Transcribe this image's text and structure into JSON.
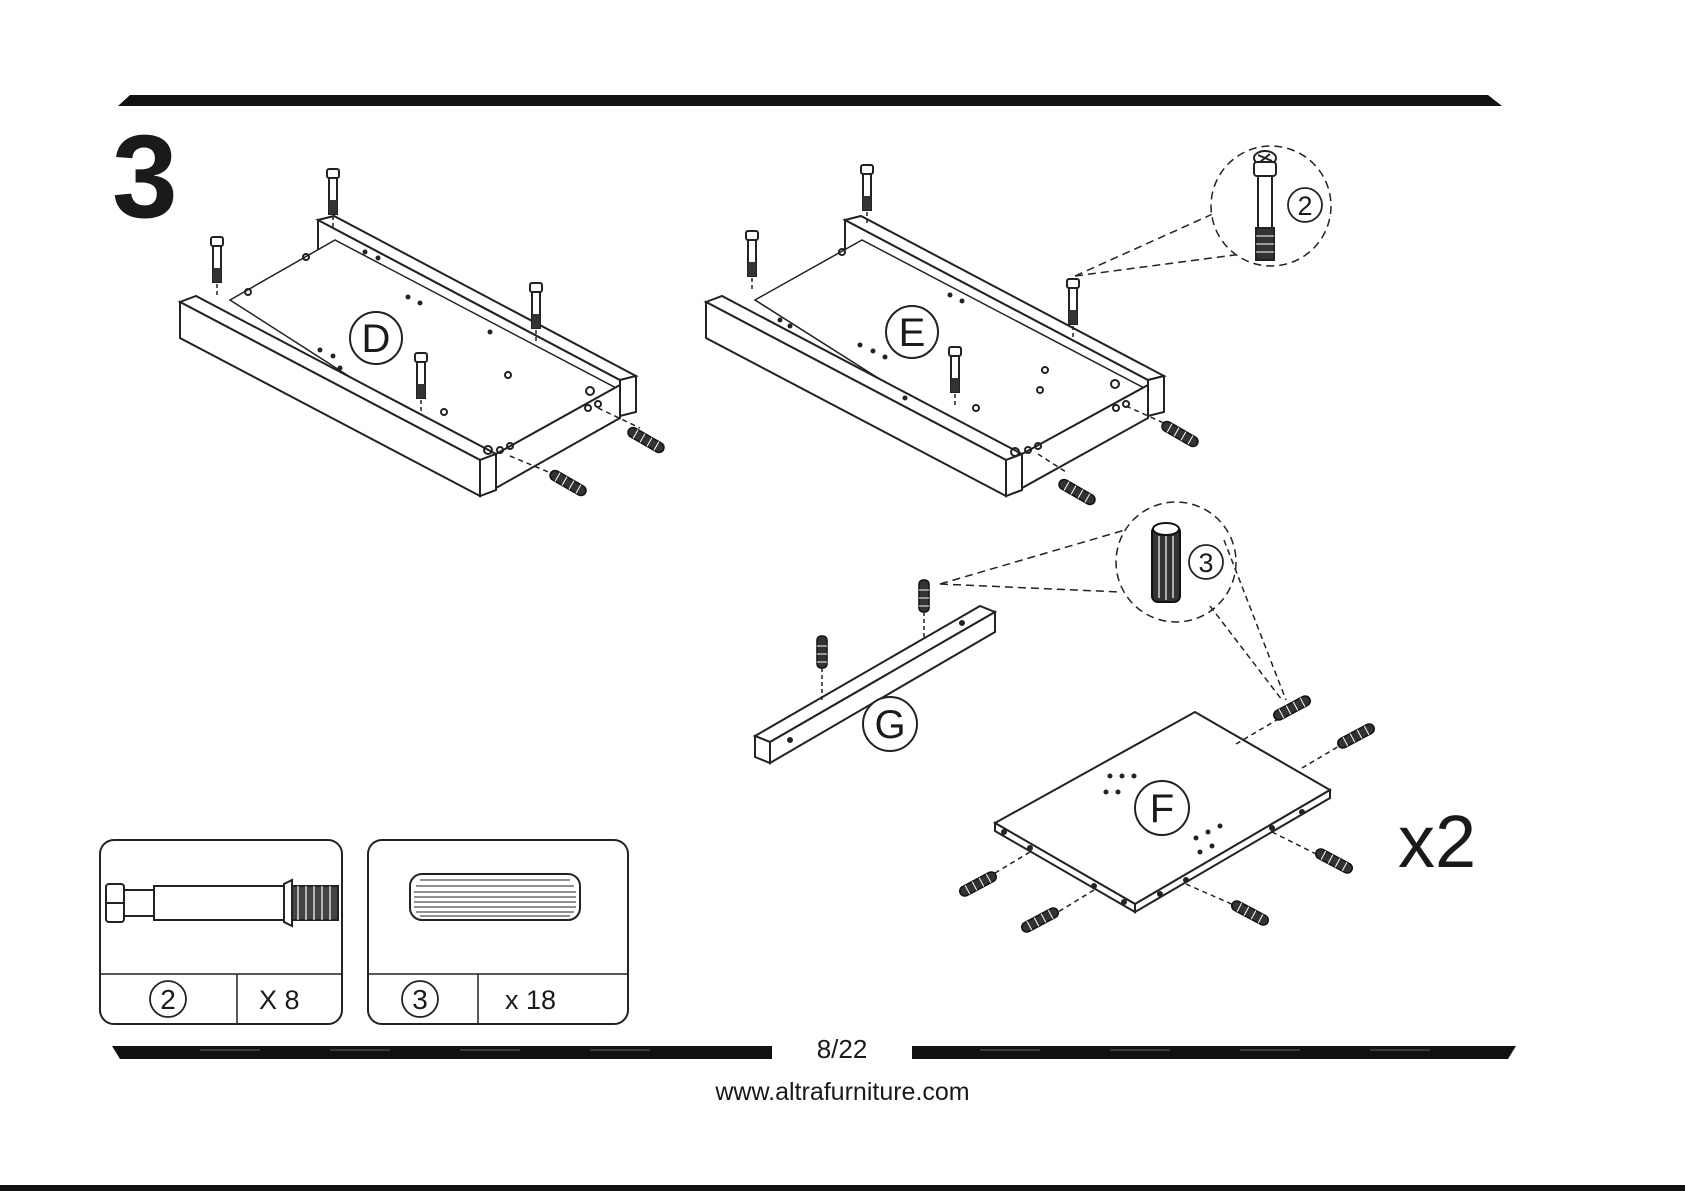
{
  "step": {
    "number": "3",
    "multiplier": "x2"
  },
  "panels": {
    "d": {
      "label": "D"
    },
    "e": {
      "label": "E"
    },
    "f": {
      "label": "F"
    },
    "g": {
      "label": "G"
    }
  },
  "callouts": {
    "cam_bolt": {
      "number": "2"
    },
    "dowel": {
      "number": "3"
    }
  },
  "parts": [
    {
      "number": "2",
      "quantity": "X 8",
      "icon": "cam-bolt-icon"
    },
    {
      "number": "3",
      "quantity": "x 18",
      "icon": "wood-dowel-icon"
    }
  ],
  "footer": {
    "page": "8/22",
    "website": "www.altrafurniture.com"
  }
}
